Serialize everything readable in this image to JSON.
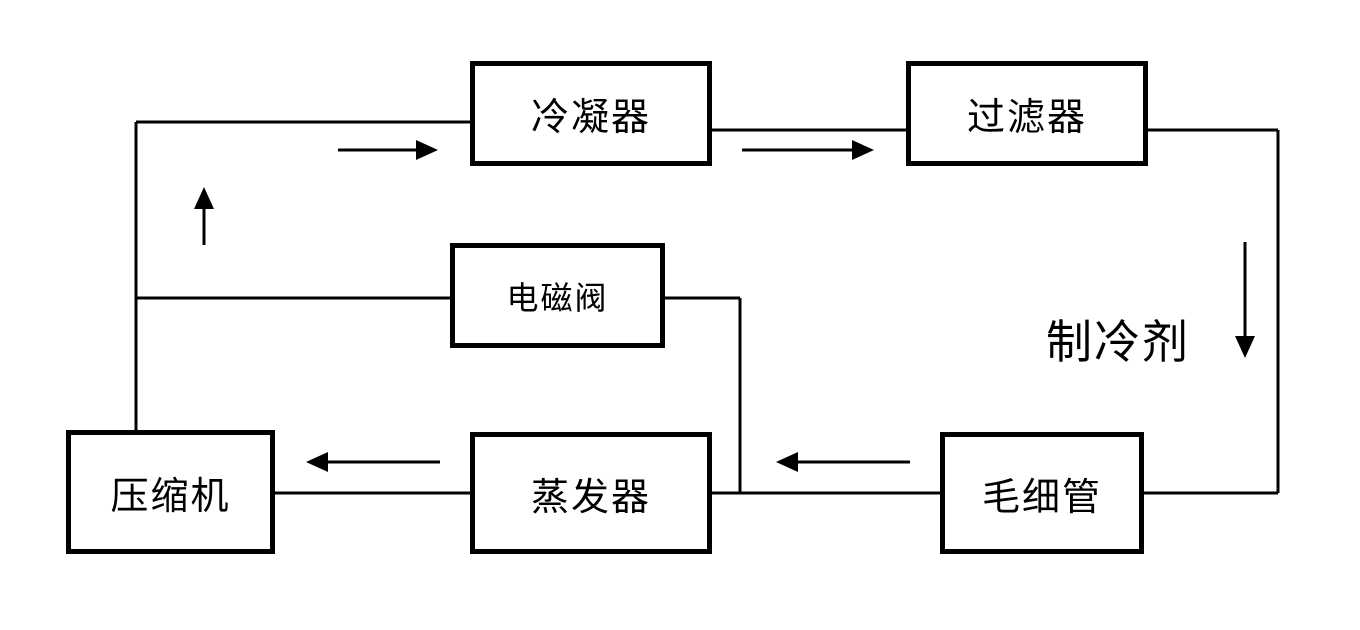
{
  "diagram": {
    "components": {
      "condenser": "冷凝器",
      "filter": "过滤器",
      "solenoid_valve": "电磁阀",
      "compressor": "压缩机",
      "evaporator": "蒸发器",
      "capillary": "毛细管"
    },
    "refrigerant_label": "制冷剂"
  }
}
